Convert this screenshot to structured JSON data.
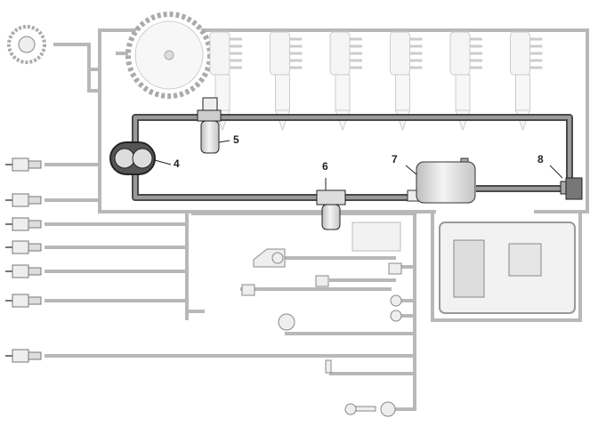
{
  "diagram": {
    "callouts": {
      "fuel_transfer_pump": "4",
      "primary_fuel_filter": "5",
      "secondary_fuel_filter": "6",
      "fuel_tank": "7",
      "fuel_pressure_sensor": "8"
    },
    "injector_count": 6,
    "colors": {
      "harness": "#b8b8b8",
      "fuel_line_outer": "#4a4a4a",
      "fuel_line_inner": "#9a9a9a",
      "component_fill": "#e6e6e6"
    }
  }
}
